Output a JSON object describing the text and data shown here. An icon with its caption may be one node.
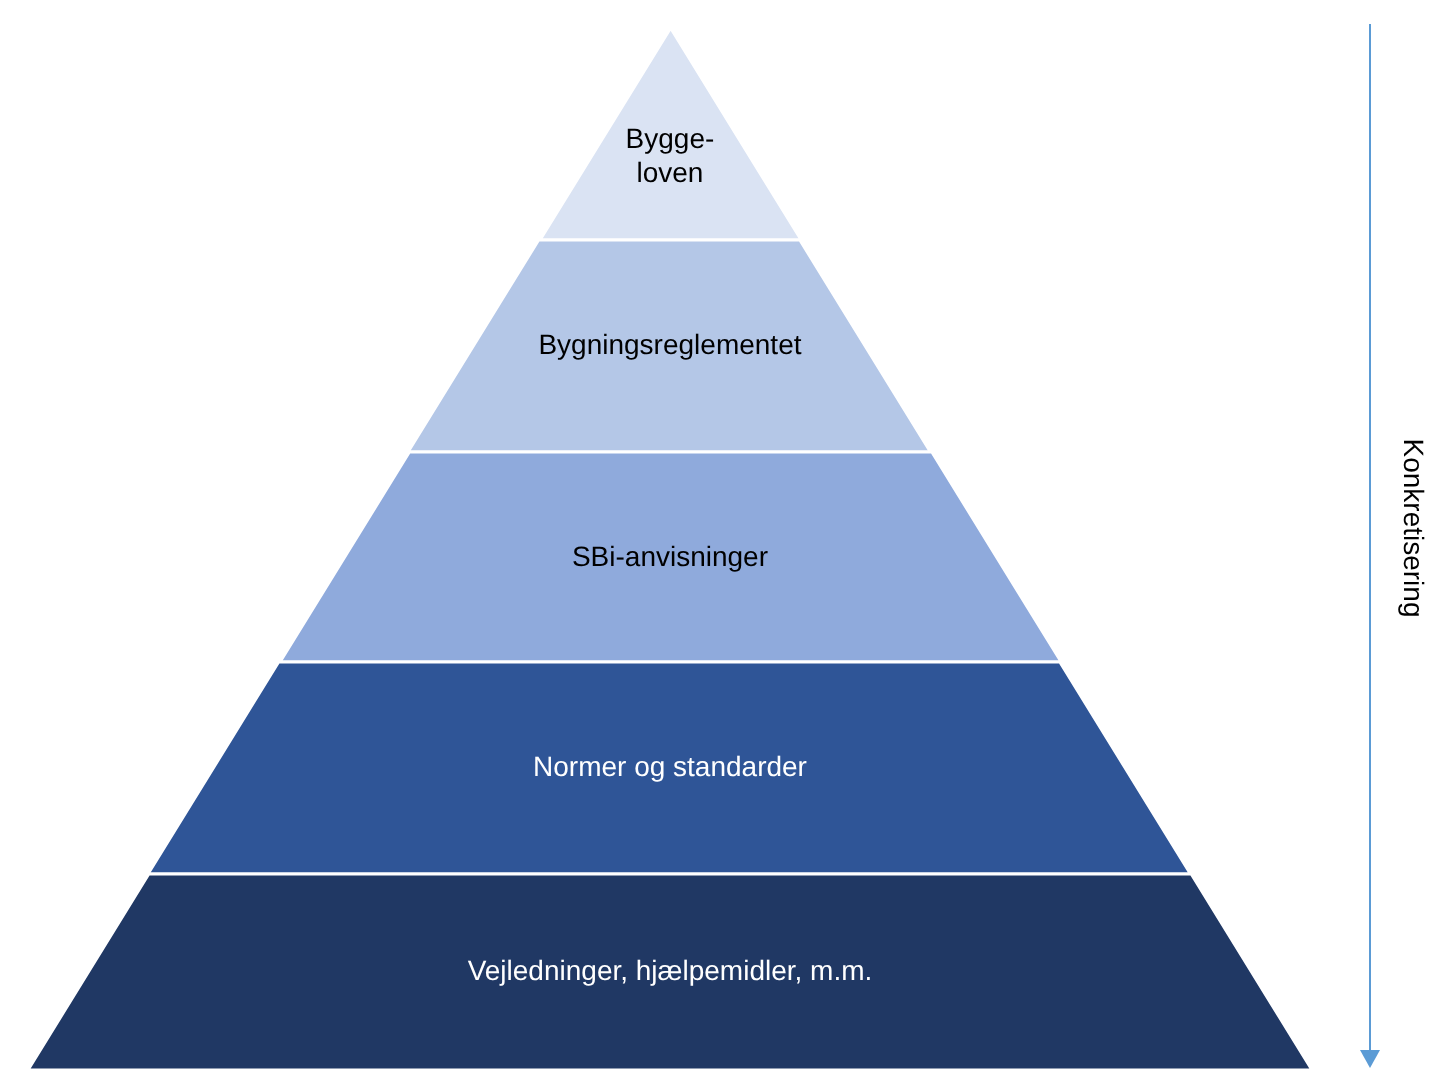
{
  "diagram": {
    "nodes": [
      {
        "text": [
          "Bygge- loven"
        ]
      },
      {
        "text": [
          "Bygningsreglementet"
        ]
      },
      {
        "text": [
          "SBi-anvisninger"
        ]
      },
      {
        "text": [
          "Normer og standarder"
        ]
      },
      {
        "text": [
          "Vejledninger, hjælpemidler, m.m."
        ]
      }
    ],
    "labels": [
      "Konkretisering"
    ]
  }
}
